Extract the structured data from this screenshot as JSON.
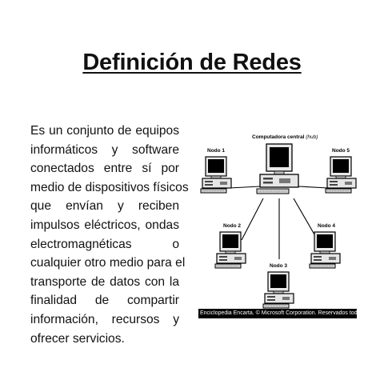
{
  "title": "Definición de Redes",
  "body_lines": [
    "Es un conjunto de equipos",
    "informáticos y software",
    "conectados entre sí por",
    "medio de dispositivos físicos",
    "que envían y reciben",
    "impulsos eléctricos, ondas",
    "electromagnéticas o",
    "cualquier otro medio para el",
    "transporte de datos con la",
    "finalidad de compartir",
    "información, recursos y",
    "ofrecer servicios."
  ],
  "figure": {
    "hub_label": "Computadora central",
    "hub_label_suffix": "(hub)",
    "nodes": {
      "n1": "Nodo 1",
      "n2": "Nodo 2",
      "n3": "Nodo 3",
      "n4": "Nodo 4",
      "n5": "Nodo 5"
    },
    "caption": "Enciclopedia Encarta. © Microsoft Corporation. Reservados todos los derechos."
  }
}
